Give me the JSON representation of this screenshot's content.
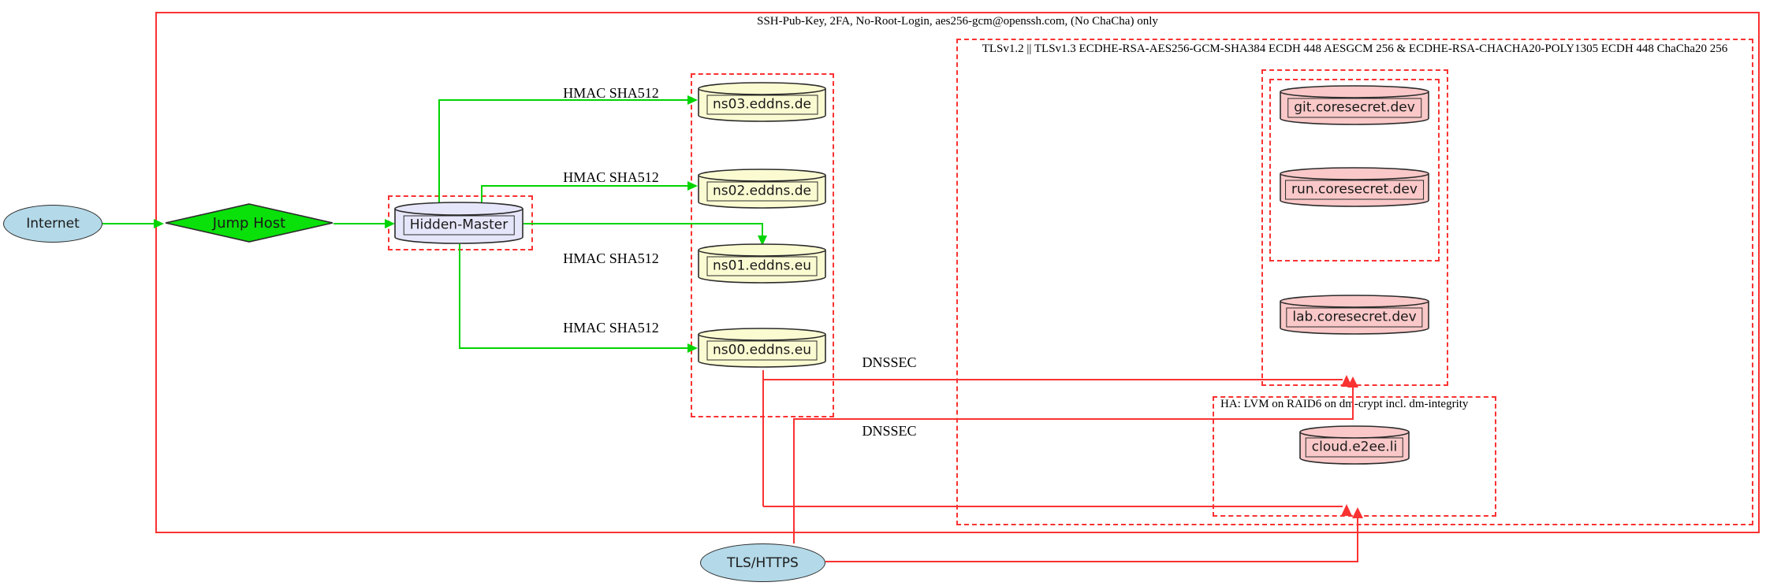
{
  "diagram_type": "network-security-topology-graph",
  "nodes": {
    "internet": "Internet",
    "jump_host": "Jump Host",
    "hidden_master": "Hidden-Master",
    "ns03": "ns03.eddns.de",
    "ns02": "ns02.eddns.de",
    "ns01": "ns01.eddns.eu",
    "ns00": "ns00.eddns.eu",
    "git": "git.coresecret.dev",
    "run": "run.coresecret.dev",
    "lab": "lab.coresecret.dev",
    "cloud": "cloud.e2ee.li",
    "tls_https": "TLS/HTTPS"
  },
  "cluster_labels": {
    "ssh": "SSH-Pub-Key, 2FA, No-Root-Login, aes256-gcm@openssh.com, (No ChaCha) only",
    "tls": "TLSv1.2 || TLSv1.3 ECDHE-RSA-AES256-GCM-SHA384 ECDH 448 AESGCM 256 & ECDHE-RSA-CHACHA20-POLY1305 ECDH 448 ChaCha20 256",
    "ha": "HA: LVM on RAID6 on dm-crypt incl. dm-integrity"
  },
  "edge_labels": {
    "hmac": "HMAC SHA512",
    "dnssec": "DNSSEC"
  },
  "edges": [
    {
      "from": "Internet",
      "to": "Jump Host",
      "color": "green"
    },
    {
      "from": "Jump Host",
      "to": "Hidden-Master",
      "color": "green"
    },
    {
      "from": "Hidden-Master",
      "to": "ns03.eddns.de",
      "color": "green",
      "label": "HMAC SHA512"
    },
    {
      "from": "Hidden-Master",
      "to": "ns02.eddns.de",
      "color": "green",
      "label": "HMAC SHA512"
    },
    {
      "from": "Hidden-Master",
      "to": "ns01.eddns.eu",
      "color": "green",
      "label": "HMAC SHA512"
    },
    {
      "from": "Hidden-Master",
      "to": "ns00.eddns.eu",
      "color": "green",
      "label": "HMAC SHA512"
    },
    {
      "from": "ns00.eddns.eu",
      "to": "coresecret-cluster",
      "color": "red",
      "label": "DNSSEC"
    },
    {
      "from": "ns00.eddns.eu",
      "to": "ha-cluster",
      "color": "red",
      "label": "DNSSEC"
    },
    {
      "from": "TLS/HTTPS",
      "to": "coresecret-cluster",
      "color": "red"
    },
    {
      "from": "TLS/HTTPS",
      "to": "ha-cluster",
      "color": "red"
    }
  ],
  "colors": {
    "edge_red": "#fa3232",
    "edge_green": "#00d400",
    "diamond_green": "#0ae00a",
    "ellipse_lightblue": "#b4d9e8",
    "cylinder_lavender": "#e6e6fa",
    "cylinder_lightyellow": "#fbfbd2",
    "cylinder_pink": "#fac8c8",
    "background": "#ffffff"
  }
}
